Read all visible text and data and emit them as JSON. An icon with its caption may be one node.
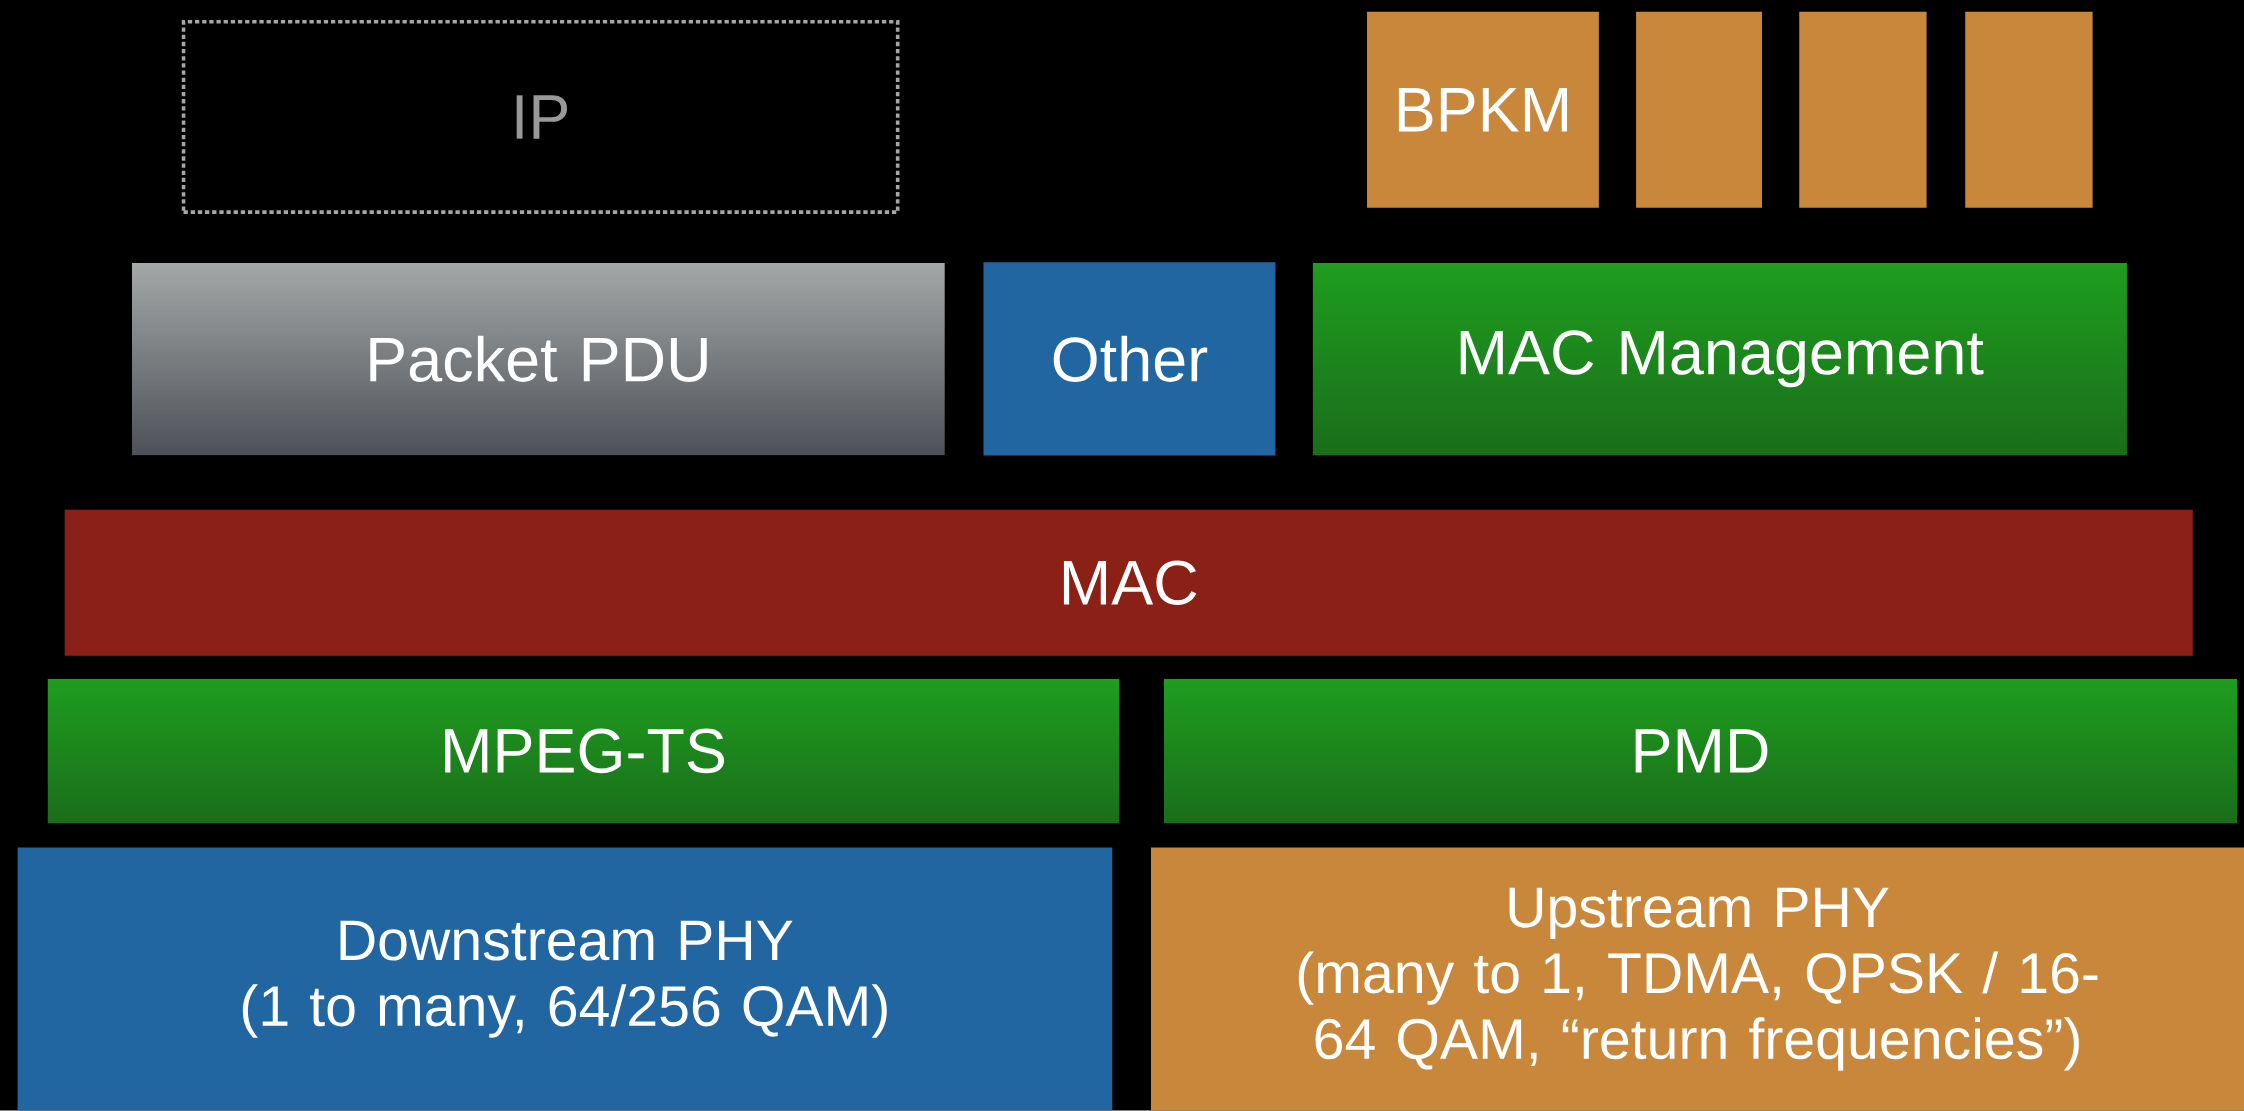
{
  "diagram": {
    "nodes": [
      {
        "text": [
          "IP"
        ]
      },
      {
        "text": [
          "BPKM"
        ]
      },
      {
        "text": [],
        "shape": "box"
      },
      {
        "text": [],
        "shape": "box"
      },
      {
        "text": [],
        "shape": "box"
      },
      {
        "text": [
          "Packet PDU"
        ]
      },
      {
        "text": [
          "Other"
        ]
      },
      {
        "text": [
          "MAC Management"
        ]
      },
      {
        "text": [
          "MAC"
        ]
      },
      {
        "text": [
          "MPEG-TS"
        ]
      },
      {
        "text": [
          "PMD"
        ]
      },
      {
        "text": [
          "Downstream PHY",
          "(1 to many, 64/256 QAM)"
        ]
      },
      {
        "text": [
          "Upstream PHY",
          "(many to 1, TDMA, QPSK / 16-64 QAM, “return frequencies”)"
        ]
      }
    ]
  }
}
